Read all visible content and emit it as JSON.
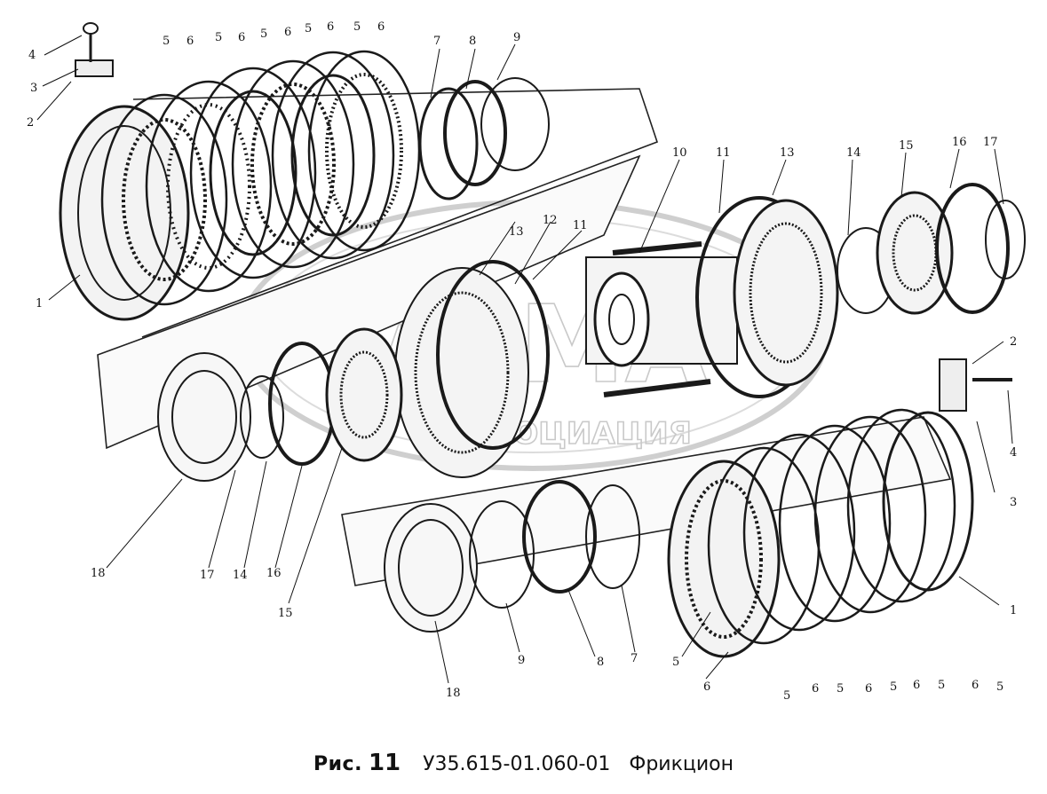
{
  "caption": {
    "figure_label": "Рис.",
    "figure_number": "11",
    "part_code": "У35.615-01.060-01",
    "part_name": "Фрикцион"
  },
  "watermark": {
    "main_text": "АСМА",
    "sub_text": "АССОЦИАЦИЯ"
  },
  "callouts": {
    "c4a": "4",
    "c3a": "3",
    "c2a": "2",
    "c1a": "1",
    "c5a": "5",
    "c6a": "6",
    "c5b": "5",
    "c6b": "6",
    "c5c": "5",
    "c6c": "6",
    "c5d": "5",
    "c6d": "6",
    "c5e": "5",
    "c6e": "6",
    "c7a": "7",
    "c8a": "8",
    "c9a": "9",
    "c10": "10",
    "c11a": "11",
    "c13a": "13",
    "c14a": "14",
    "c15a": "15",
    "c16a": "16",
    "c17a": "17",
    "c13b": "13",
    "c12": "12",
    "c11b": "11",
    "c2b": "2",
    "c4b": "4",
    "c3b": "3",
    "c1b": "1",
    "c18a": "18",
    "c17b": "17",
    "c14b": "14",
    "c16b": "16",
    "c15b": "15",
    "c18b": "18",
    "c9b": "9",
    "c8b": "8",
    "c7b": "7",
    "c5f": "5",
    "c6f": "6",
    "c5g": "5",
    "c6g": "6",
    "c5h": "5",
    "c6h": "6",
    "c5i": "5",
    "c6i": "6",
    "c5j": "5",
    "c6j": "6",
    "c5k": "5"
  }
}
